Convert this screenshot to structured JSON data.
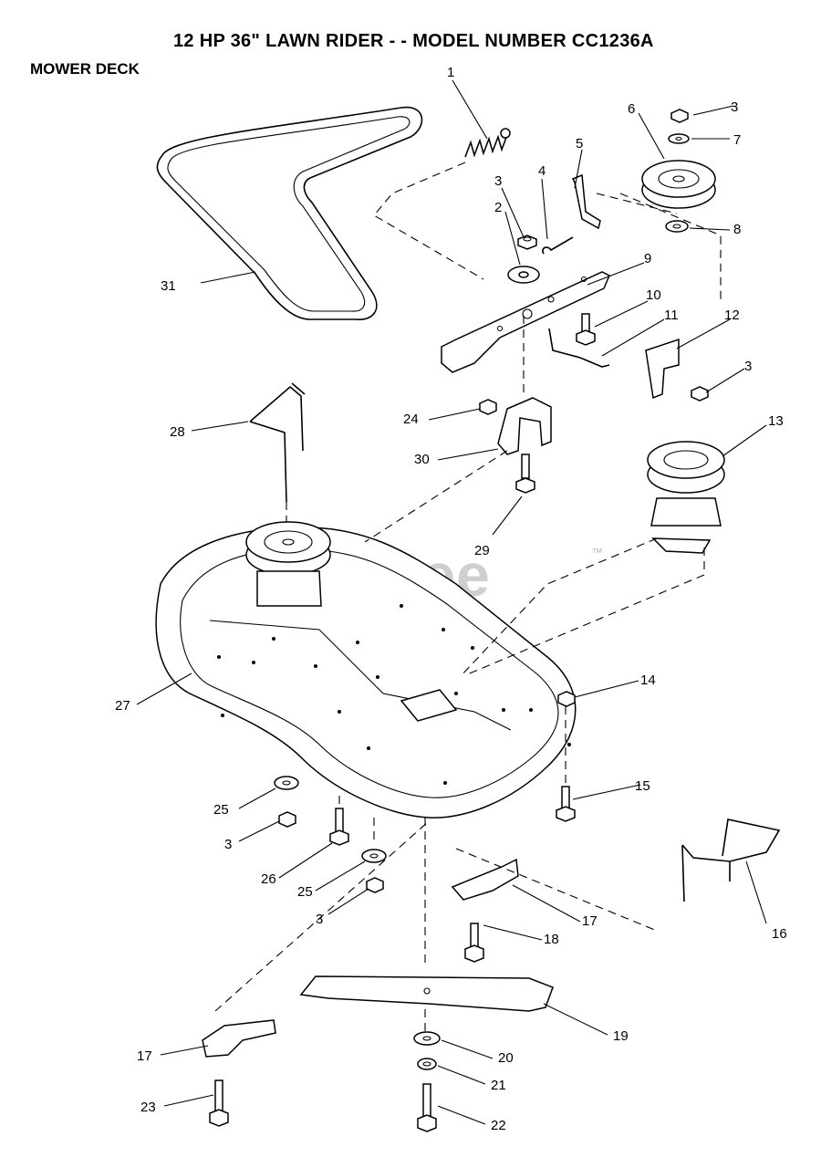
{
  "header": {
    "title": "12 HP 36\" LAWN RIDER - - MODEL NUMBER CC1236A",
    "section": "MOWER DECK"
  },
  "watermark": {
    "text": "PartsTree",
    "mark": "™"
  },
  "callouts": [
    "1",
    "2",
    "3",
    "3",
    "3",
    "3",
    "3",
    "4",
    "5",
    "6",
    "7",
    "8",
    "9",
    "10",
    "11",
    "12",
    "13",
    "14",
    "15",
    "16",
    "17",
    "17",
    "18",
    "19",
    "20",
    "21",
    "22",
    "23",
    "24",
    "25",
    "25",
    "26",
    "27",
    "28",
    "29",
    "30",
    "31"
  ],
  "colors": {
    "ink": "#000000",
    "paper": "#ffffff",
    "watermark": "#cfcfcf"
  }
}
